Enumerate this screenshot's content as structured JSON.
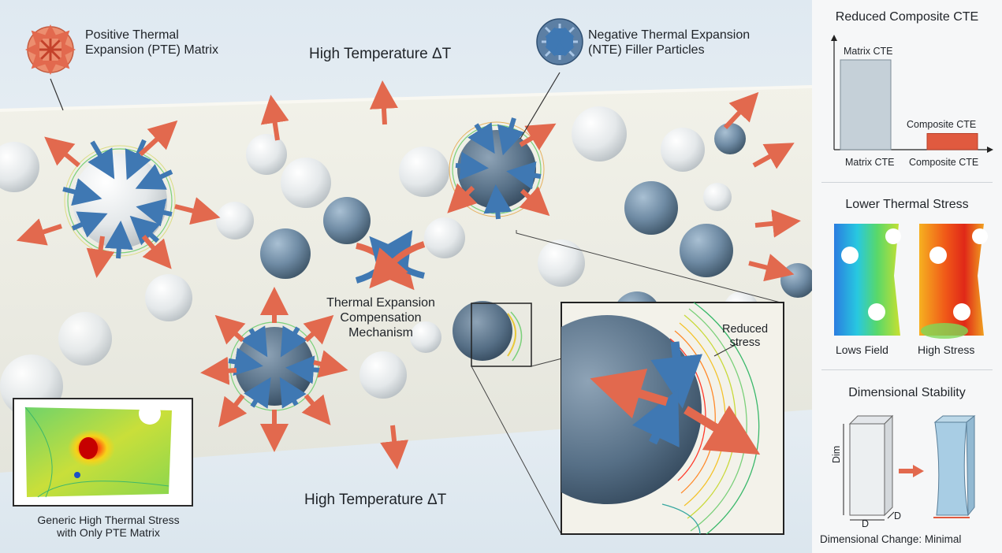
{
  "labels": {
    "pte_matrix": [
      "Positive Thermal",
      "Expansion (PTE) Matrix"
    ],
    "high_temp_top": "High Temperature ΔT",
    "high_temp_bottom": "High Temperature ΔT",
    "nte_filler": [
      "Negative Thermal Expansion",
      "(NTE) Filler Particles"
    ],
    "mechanism": [
      "Thermal Expansion",
      "Compensation",
      "Mechanism"
    ],
    "reduced_stress": [
      "Reduced",
      "stress"
    ],
    "inset_caption": [
      "Generic High Thermal Stress",
      "with Only PTE Matrix"
    ]
  },
  "sidebar": {
    "cte": {
      "title": "Reduced Composite CTE",
      "bar_labels": [
        "Matrix CTE",
        "Composite CTE"
      ],
      "axis_labels": [
        "Matrix CTE",
        "Composite CTE"
      ]
    },
    "stress": {
      "title": "Lower Thermal Stress",
      "labels": [
        "Lows Field",
        "High Stress"
      ]
    },
    "stability": {
      "title": "Dimensional Stability",
      "dim_label": "Dim",
      "d_label_1": "D",
      "d_label_2": "D",
      "footer": "Dimensional Change: Minimal"
    }
  },
  "chart_data": {
    "type": "bar",
    "title": "Reduced Composite CTE",
    "categories": [
      "Matrix CTE",
      "Composite CTE"
    ],
    "values": [
      100,
      18
    ]
  },
  "colors": {
    "pte_orange": "#e2694e",
    "nte_blue": "#3f78b3",
    "bar_grey": "#c5d0d8",
    "bar_orange": "#e05a3f"
  }
}
